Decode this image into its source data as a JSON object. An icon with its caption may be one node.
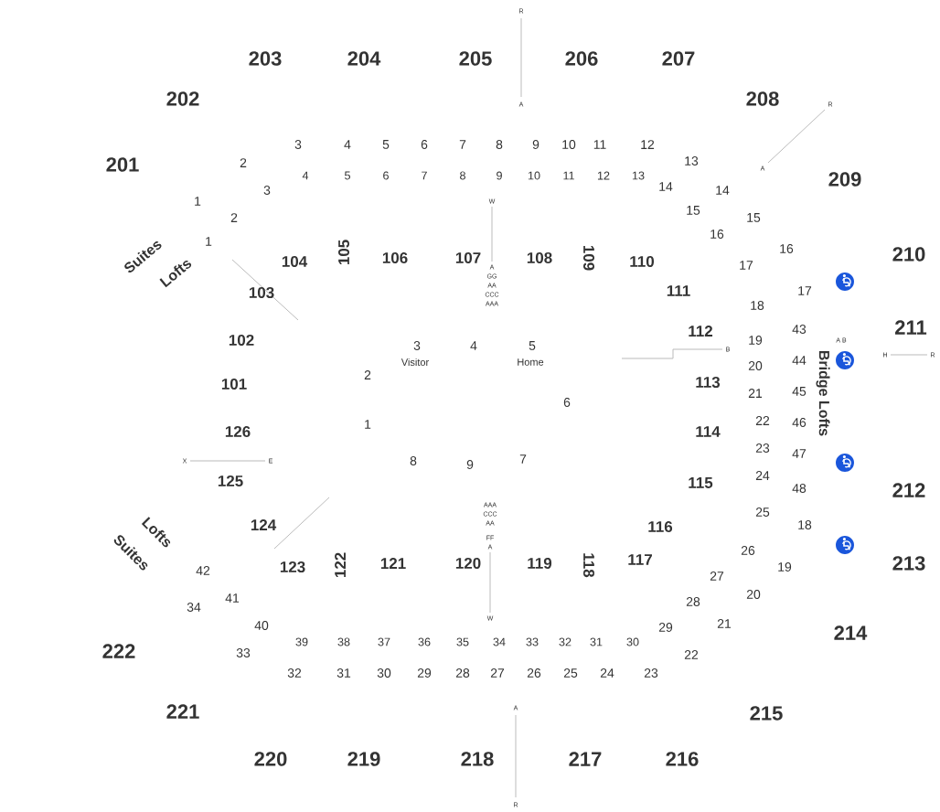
{
  "diagram": {
    "labels": [
      "R",
      "203",
      "204",
      "205",
      "206",
      "207",
      "202",
      "208",
      "A",
      "R",
      "3",
      "4",
      "5",
      "6",
      "7",
      "8",
      "9",
      "10",
      "11",
      "12",
      "201",
      "2",
      "13",
      "A",
      "4",
      "5",
      "6",
      "7",
      "8",
      "9",
      "10",
      "11",
      "12",
      "13",
      "209",
      "3",
      "14",
      "14",
      "1",
      "W",
      "15",
      "2",
      "15",
      "16",
      "1",
      "Suites",
      "16",
      "210",
      "Lofts",
      "104",
      "105",
      "106",
      "107",
      "108",
      "109",
      "110",
      "17",
      "A",
      "GG",
      "AA",
      "CCC",
      "AAA",
      "103",
      "111",
      "17",
      "18",
      "112",
      "43",
      "211",
      "102",
      "19",
      "A B",
      "3",
      "4",
      "5",
      "B",
      "H",
      "R",
      "Visitor",
      "Home",
      "20",
      "44",
      "2",
      "101",
      "113",
      "21",
      "45",
      "Bridge Lofts",
      "6",
      "126",
      "1",
      "114",
      "22",
      "46",
      "23",
      "47",
      "X",
      "E",
      "8",
      "9",
      "7",
      "24",
      "125",
      "115",
      "48",
      "212",
      "AAA",
      "CCC",
      "AA",
      "25",
      "Lofts",
      "124",
      "116",
      "18",
      "FF",
      "A",
      "Suites",
      "42",
      "123",
      "122",
      "121",
      "120",
      "119",
      "118",
      "117",
      "26",
      "19",
      "213",
      "27",
      "34",
      "41",
      "28",
      "20",
      "40",
      "W",
      "29",
      "21",
      "39",
      "38",
      "37",
      "36",
      "35",
      "34",
      "33",
      "32",
      "31",
      "30",
      "214",
      "222",
      "33",
      "22",
      "32",
      "31",
      "30",
      "29",
      "28",
      "27",
      "26",
      "25",
      "24",
      "23",
      "221",
      "A",
      "215",
      "220",
      "219",
      "218",
      "217",
      "216",
      "R"
    ]
  }
}
